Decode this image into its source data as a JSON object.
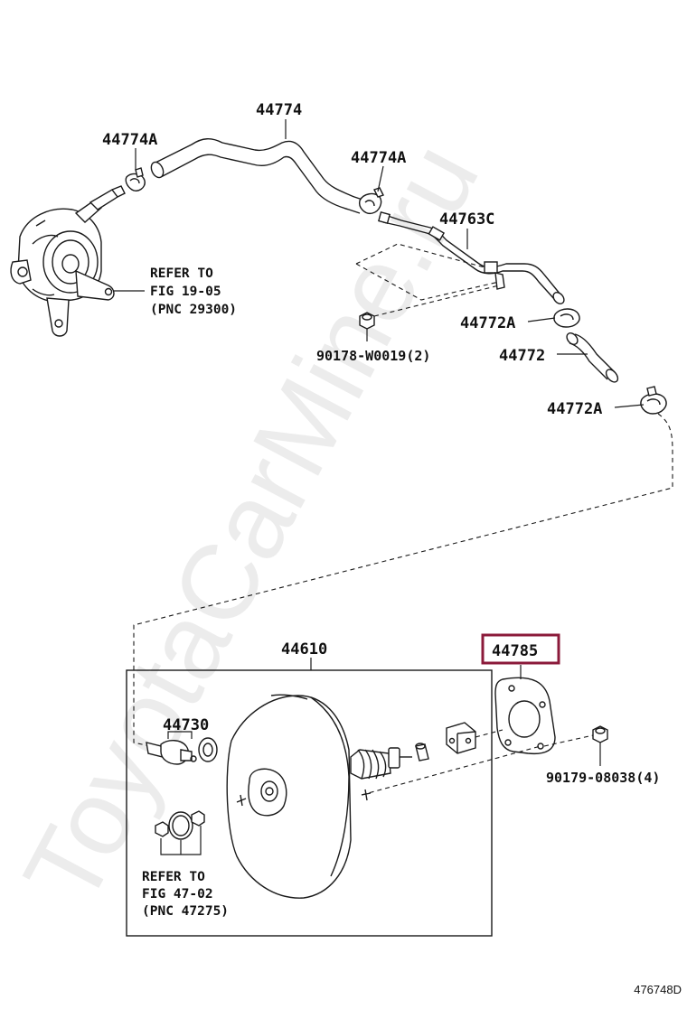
{
  "watermark": "ToyotaCarMine.ru",
  "highlight_color": "#8b1a3a",
  "parts": {
    "p44774": "44774",
    "p44774a_left": "44774A",
    "p44774a_right": "44774A",
    "p44763c": "44763C",
    "p44772a_top": "44772A",
    "p44772": "44772",
    "p44772a_bottom": "44772A",
    "p90178": "90178-W0019(2)",
    "p44610": "44610",
    "p44785": "44785",
    "p44730": "44730",
    "p90179": "90179-08038(4)"
  },
  "refs": {
    "pump": [
      "REFER TO",
      "FIG 19-05",
      "(PNC 29300)"
    ],
    "seal": [
      "REFER TO",
      "FIG 47-02",
      "(PNC 47275)"
    ]
  },
  "diagram_id": "476748D"
}
